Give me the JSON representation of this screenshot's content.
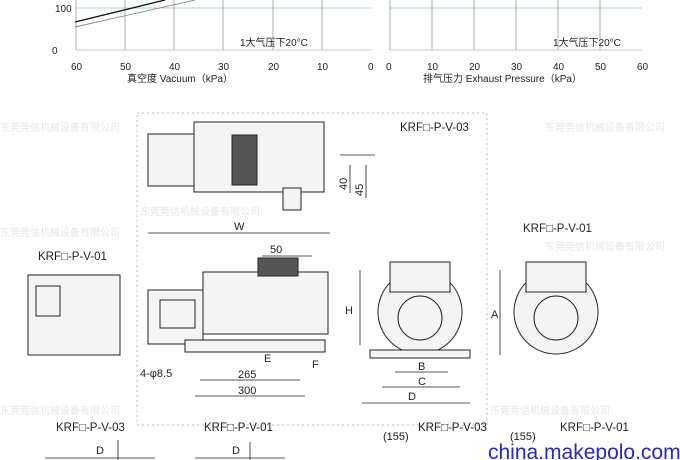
{
  "vacuum_chart": {
    "y_ticks": [
      "100",
      "0"
    ],
    "x_ticks": [
      "60",
      "50",
      "40",
      "30",
      "20",
      "10",
      "0"
    ],
    "condition": "1大气压下20°C",
    "xlabel": "真空度 Vacuum（kPa）"
  },
  "pressure_chart": {
    "x_ticks": [
      "0",
      "10",
      "20",
      "30",
      "40",
      "50",
      "60"
    ],
    "condition": "1大气压下20°C",
    "xlabel": "排气压力 Exhaust Pressure（kPa）"
  },
  "watermark": "东莞莞信机械设备有限公司",
  "drawing": {
    "model_v03_top": "KRF□-P-V-03",
    "model_v01_left": "KRF□-P-V-01",
    "model_v01_right": "KRF□-P-V-01",
    "dims": {
      "d40": "40",
      "d45": "45",
      "W": "W",
      "d50": "50",
      "H": "H",
      "A": "A",
      "holes": "4-φ8.5",
      "d265": "265",
      "d300": "300",
      "E": "E",
      "F": "F",
      "B": "B",
      "C": "C",
      "D": "D"
    }
  },
  "bottom": {
    "models": [
      "KRF□-P-V-03",
      "KRF□-P-V-01",
      "KRF□-P-V-03",
      "KRF□-P-V-01"
    ],
    "d155": "(155)",
    "D": "D"
  },
  "site": "china.makepolo.com"
}
